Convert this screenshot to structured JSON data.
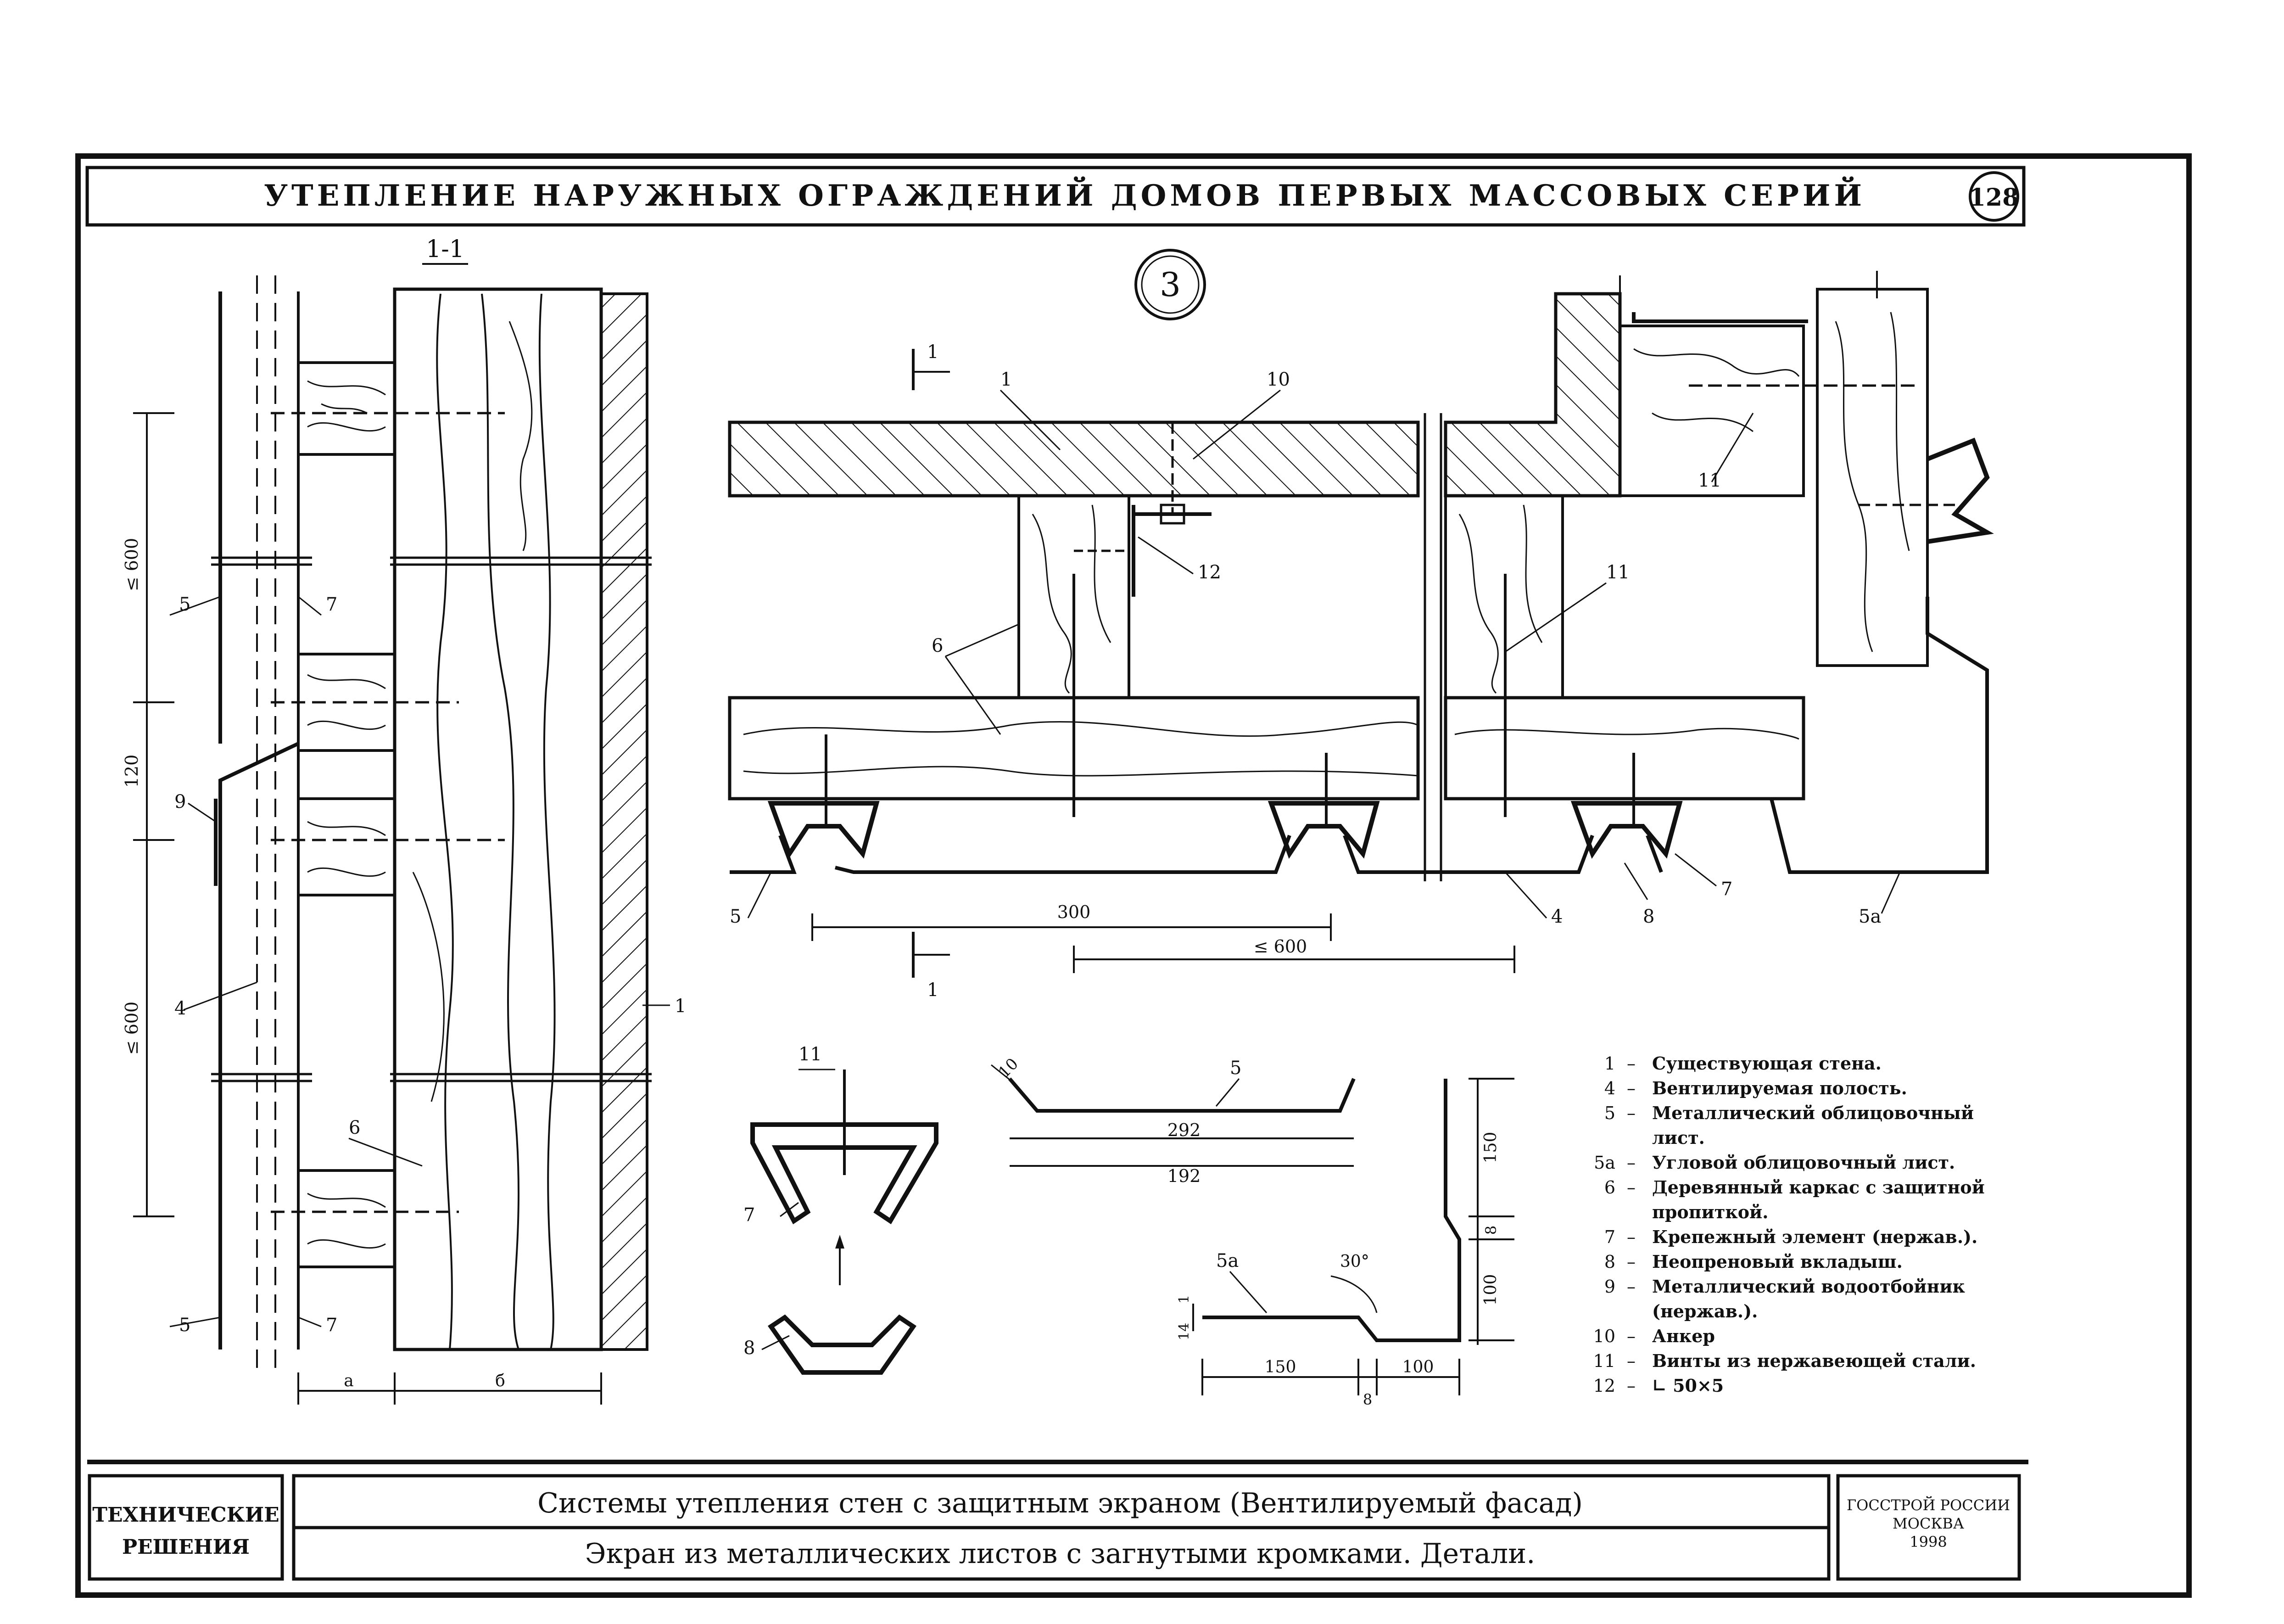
{
  "header": {
    "title": "УТЕПЛЕНИЕ НАРУЖНЫХ ОГРАЖДЕНИЙ ДОМОВ ПЕРВЫХ МАССОВЫХ СЕРИЙ",
    "page_number": "128"
  },
  "detail_number": "3",
  "section_label": "1-1",
  "section_marks": [
    "1",
    "1"
  ],
  "dimensions": {
    "left": {
      "top": "≤ 600",
      "middle": "120",
      "bottom": "≤ 600",
      "a": "а",
      "b": "б"
    },
    "main": {
      "d300": "300",
      "d600": "≤ 600"
    },
    "profile5": {
      "d10": "10",
      "d292": "292",
      "d192": "192"
    },
    "profile5a": {
      "d150v": "150",
      "d100v": "100",
      "d8v": "8",
      "d30deg": "30°",
      "d150h": "150",
      "d100h": "100",
      "d8h": "8",
      "d1": "1",
      "d14": "14"
    }
  },
  "callouts": {
    "c1a": "1",
    "c10": "10",
    "c12": "12",
    "c6": "6",
    "c11a": "11",
    "c11b": "11",
    "c5a_main": "5",
    "c4_main": "4",
    "c8_main": "8",
    "c7_main": "7",
    "c5a_corner": "5а",
    "left5top": "5",
    "left7top": "7",
    "left9": "9",
    "left4": "4",
    "left6": "6",
    "left1": "1",
    "left5bot": "5",
    "left7bot": "7",
    "d11": "11",
    "d7": "7",
    "d8": "8",
    "p5": "5",
    "p5a": "5а"
  },
  "legend": [
    {
      "num": "1",
      "text": "Существующая стена."
    },
    {
      "num": "4",
      "text": "Вентилируемая полость."
    },
    {
      "num": "5",
      "text": "Металлический облицовочный"
    },
    {
      "num": "",
      "text": "лист."
    },
    {
      "num": "5а",
      "text": "Угловой облицовочный лист."
    },
    {
      "num": "6",
      "text": "Деревянный каркас с защитной"
    },
    {
      "num": "",
      "text": "пропиткой."
    },
    {
      "num": "7",
      "text": "Крепежный элемент (нержав.)."
    },
    {
      "num": "8",
      "text": "Неопреновый вкладыш."
    },
    {
      "num": "9",
      "text": "Металлический водоотбойник"
    },
    {
      "num": "",
      "text": "(нержав.)."
    },
    {
      "num": "10",
      "text": "Анкер"
    },
    {
      "num": "11",
      "text": "Винты из нержавеющей стали."
    },
    {
      "num": "12",
      "text": "∟ 50×5"
    }
  ],
  "footer": {
    "category_line1": "ТЕХНИЧЕСКИЕ",
    "category_line2": "РЕШЕНИЯ",
    "system_title": "Системы утепления стен с защитным экраном (Вентилируемый фасад)",
    "detail_title": "Экран из металлических листов с загнутыми кромками. Детали.",
    "org_line1": "ГОССТРОЙ РОССИИ",
    "org_line2": "МОСКВА",
    "org_year": "1998"
  }
}
